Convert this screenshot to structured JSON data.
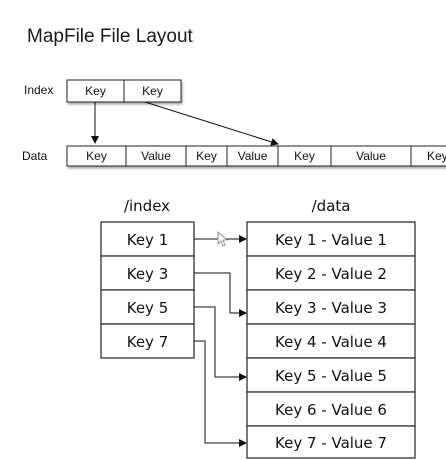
{
  "title": "MapFile File Layout",
  "index_strip": {
    "label": "Index",
    "cells": [
      "Key",
      "Key"
    ]
  },
  "data_strip": {
    "label": "Data",
    "cells": [
      "Key",
      "Value",
      "Key",
      "Value",
      "Key",
      "Value",
      "Key"
    ]
  },
  "index_table": {
    "title": "/index",
    "rows": [
      "Key 1",
      "Key 3",
      "Key 5",
      "Key 7"
    ]
  },
  "data_table": {
    "title": "/data",
    "rows": [
      "Key 1 - Value 1",
      "Key 2 - Value 2",
      "Key 3 - Value 3",
      "Key 4 - Value 4",
      "Key 5 - Value 5",
      "Key 6 - Value 6",
      "Key 7 - Value 7"
    ]
  }
}
